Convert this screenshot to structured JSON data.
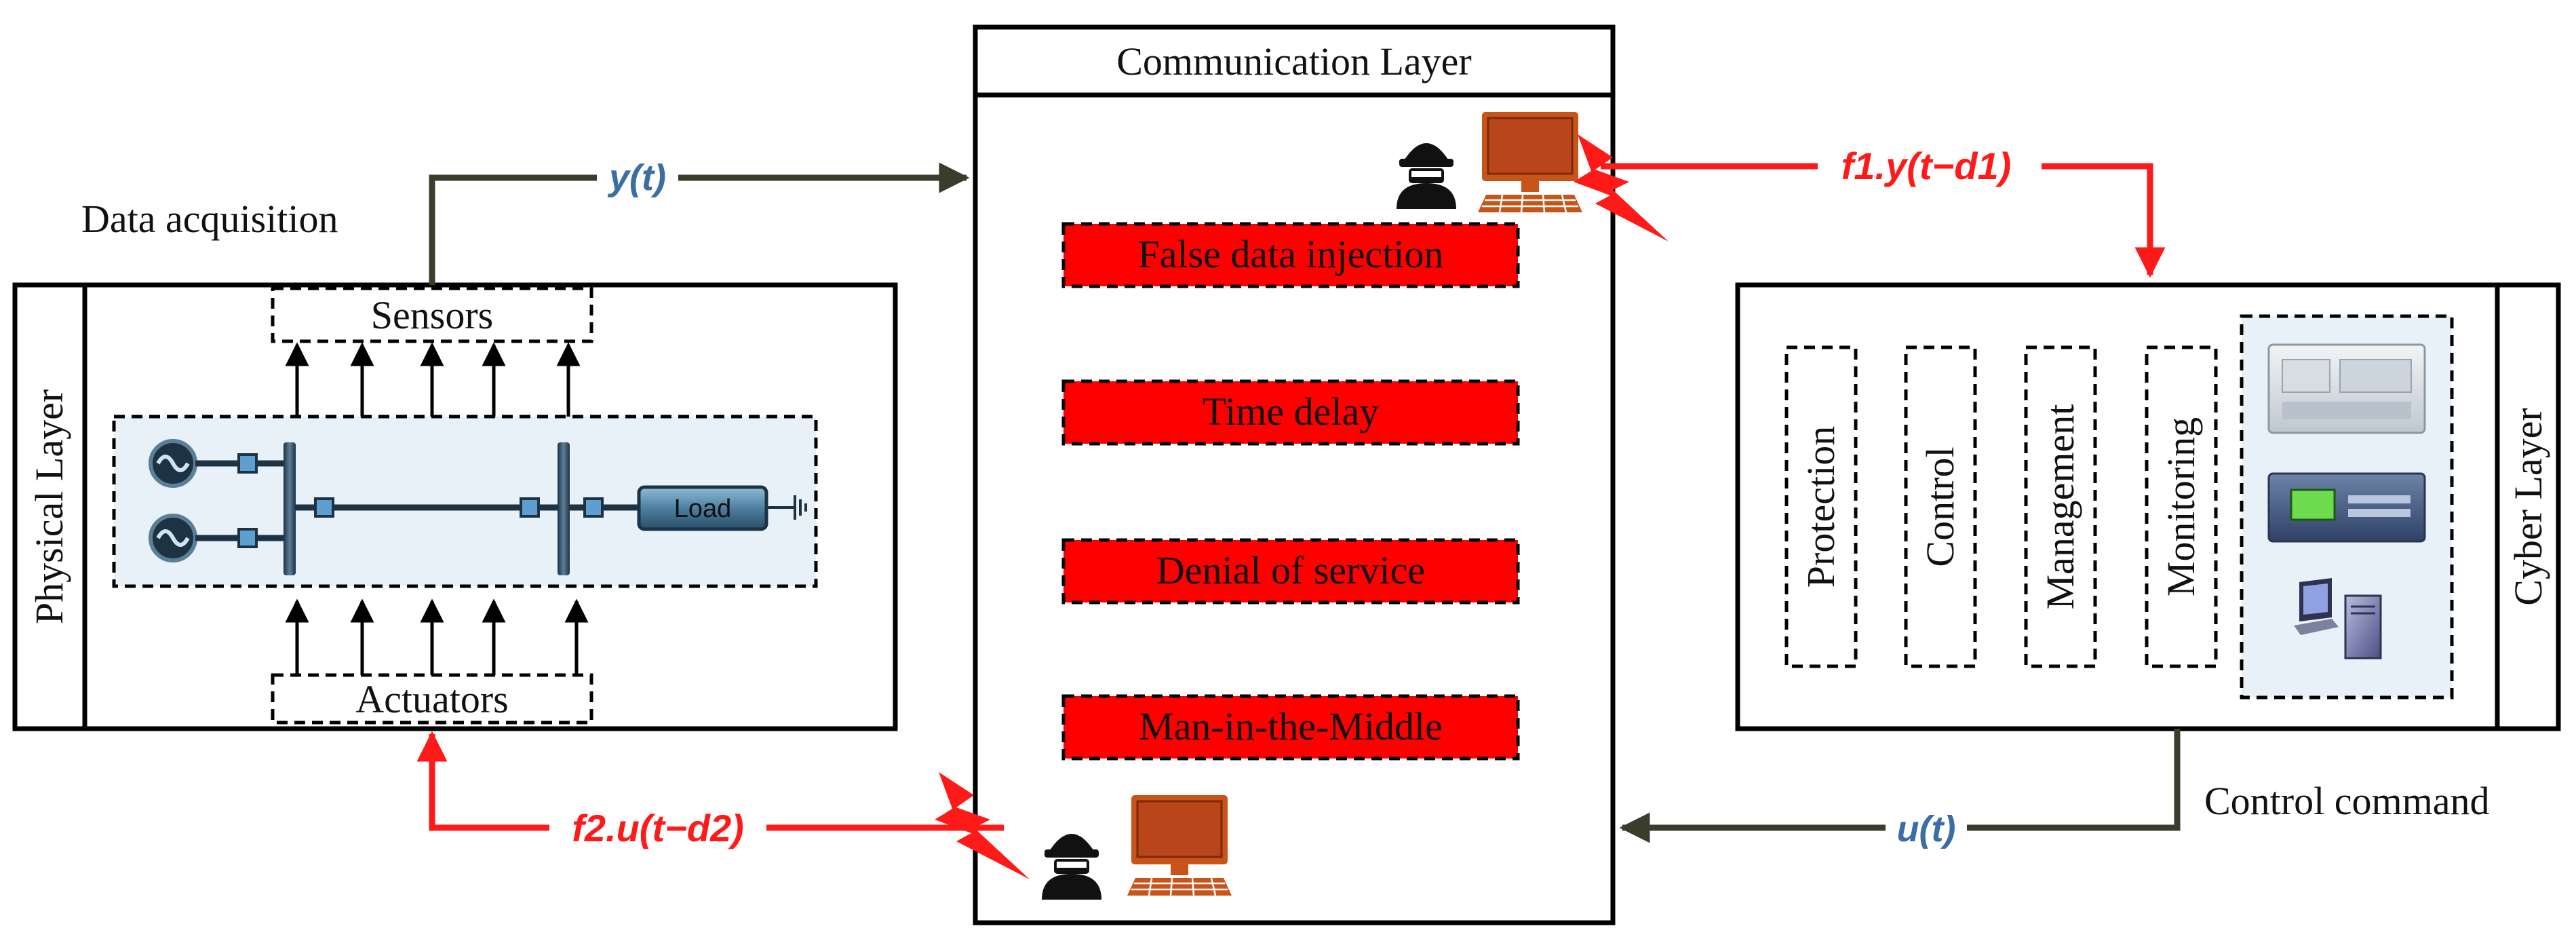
{
  "communication_layer": {
    "title": "Communication Layer",
    "attacks": [
      "False data injection",
      "Time delay",
      "Denial of service",
      "Man-in-the-Middle"
    ]
  },
  "physical_layer": {
    "title": "Physical Layer",
    "sensors_label": "Sensors",
    "actuators_label": "Actuators",
    "load_label": "Load",
    "data_acquisition_label": "Data acquisition"
  },
  "cyber_layer": {
    "title": "Cyber Layer",
    "functions": [
      "Protection",
      "Control",
      "Management",
      "Monitoring"
    ],
    "control_command_label": "Control command"
  },
  "signals": {
    "measurement": "y(t)",
    "control": "u(t)",
    "attacked_measurement": "f1.y(t−d1)",
    "attacked_control": "f2.u(t−d2)"
  },
  "colors": {
    "attack_fill": "#ff0000",
    "attack_arrow": "#ff1a1a",
    "signal_arrow": "#3c3c2c",
    "signal_text": "#3a6ea5",
    "computer": "#c8541a",
    "busbar": "#2e4a5e",
    "panel_fill": "#e8f0f8"
  }
}
